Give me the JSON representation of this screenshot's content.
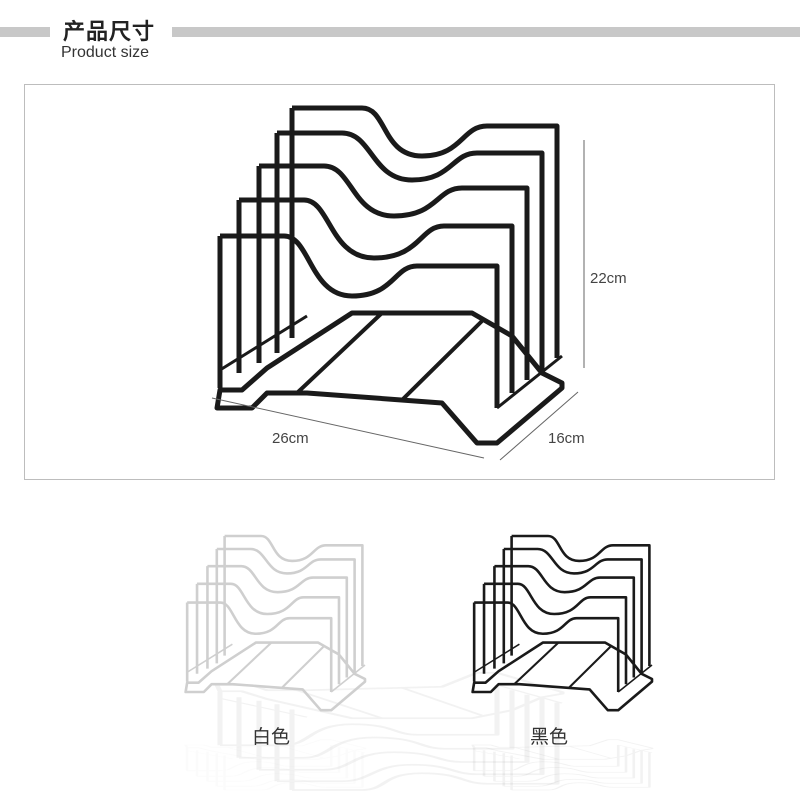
{
  "header": {
    "title": "产品尺寸",
    "subtitle": "Product size"
  },
  "dimensions": {
    "height": "22cm",
    "width": "26cm",
    "depth": "16cm"
  },
  "variants": [
    {
      "label": "白色",
      "color": "#cfcfcf"
    },
    {
      "label": "黑色",
      "color": "#1a1a1a"
    }
  ],
  "colors": {
    "accent_bar": "#c8c8c8",
    "frame_border": "#bdbdbd",
    "rack_main": "#1a1a1a"
  }
}
